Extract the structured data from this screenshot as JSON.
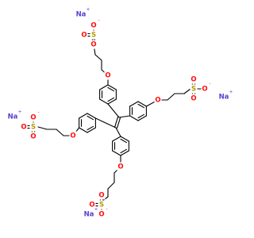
{
  "molecule": {
    "colors": {
      "bond": "#000000",
      "carbon": "#000000",
      "oxygen": "#ff0d0d",
      "sulfur": "#b59a00",
      "sodium": "#5b3fd0"
    },
    "labels": {
      "na": "Na",
      "o": "O",
      "s": "S",
      "plus": "+",
      "minus": "-"
    }
  }
}
